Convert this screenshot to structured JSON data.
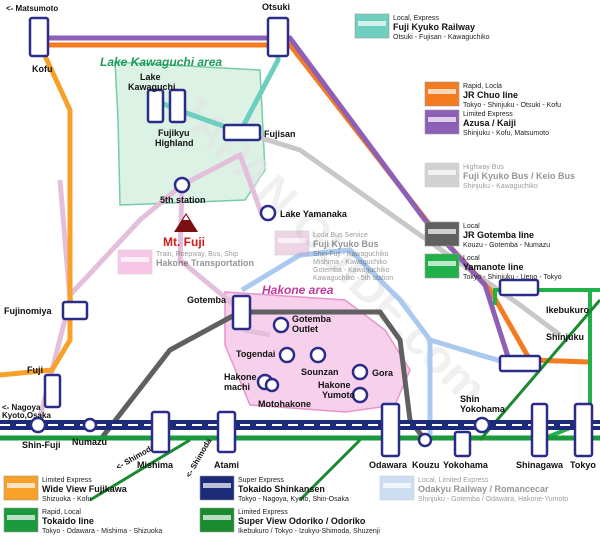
{
  "areas": {
    "kawaguchi": "Lake Kawaguchi area",
    "hakone": "Hakone area"
  },
  "landmark": {
    "mt_fuji": "Mt. Fuji"
  },
  "watermark": "JAPAN-GUIDE.com",
  "directions": {
    "matsumoto": "<- Matsumoto",
    "nagoya_kyoto_osaka": "<- Nagoya\nKyoto,Osaka",
    "shimoda_left": "<- Shimoda",
    "shimoda_right": "<- Shimoda"
  },
  "stations": {
    "otsuki": "Otsuki",
    "kofu": "Kofu",
    "kawaguchiko": "Lake\nKawaguchi",
    "fujikyu_highland": "Fujikyu\nHighland",
    "fujisan": "Fujisan",
    "fifth_station": "5th station",
    "lake_yamanaka": "Lake Yamanaka",
    "fujinomiya": "Fujinomiya",
    "gotemba": "Gotemba",
    "gotemba_outlet": "Gotemba\nOutlet",
    "togendai": "Togendai",
    "sounzan": "Sounzan",
    "gora": "Gora",
    "hakone_machi": "Hakone\nmachi",
    "motohakone": "Motohakone",
    "hakone_yumoto": "Hakone\nYumoto",
    "fuji": "Fuji",
    "shin_fuji": "Shin-Fuji",
    "numazu": "Numazu",
    "mishima": "Mishima",
    "atami": "Atami",
    "odawara": "Odawara",
    "kouzu": "Kouzu",
    "yokohama": "Yokohama",
    "shin_yokohama": "Shin\nYokohama",
    "shinagawa": "Shinagawa",
    "tokyo": "Tokyo",
    "ikebukuro": "Ikebukuro",
    "shinjuku": "Shinjuku"
  },
  "legend": [
    {
      "type": "Local, Express",
      "name": "Fuji Kyuko Railway",
      "route": "Otsuki - Fujisan - Kawaguchiko",
      "color": "#6ecfc0",
      "faded": false
    },
    {
      "type": "Rapid, Locla",
      "name": "JR Chuo line",
      "route": "Tokyo - Shinjuku - Otsuki - Kofu",
      "color": "#f47b20",
      "faded": false
    },
    {
      "type": "Limited Express",
      "name": "Azusa / Kaiji",
      "route": "Shinjuku - Kofu, Matsumoto",
      "color": "#8e5fb6",
      "faded": false
    },
    {
      "type": "Highway Bus",
      "name": "Fuji Kyuko Bus / Keio Bus",
      "route": "Shinjuku - Kawaguchiko",
      "color": "#9a9a9a",
      "faded": true
    },
    {
      "type": "Local",
      "name": "JR Gotemba line",
      "route": "Kouzu - Gotemba - Numazu",
      "color": "#606060",
      "faded": false
    },
    {
      "type": "Local",
      "name": "Yamanote line",
      "route": "Tokyo - Shinjuku - Ueno - Tokyo",
      "color": "#22b04b",
      "faded": false
    },
    {
      "type": "Loda Bus Service",
      "name": "Fuji Kyuko Bus",
      "route": "Shin-Fuji - Kawaguchiko\nMishima - Kawaguchiko\nGotemba - Kawaguchiko\nKawaguchiko - 5th station",
      "color": "#d9a4c9",
      "faded": true
    },
    {
      "type": "Train, Roepway, Bus, Ship",
      "name": "Hakone Transportation",
      "route": "",
      "color": "#ee82c8",
      "faded": true
    },
    {
      "type": "Limited Express",
      "name": "Wide View Fujikawa",
      "route": "Shizuoka - Kofu",
      "color": "#f7a128",
      "faded": false
    },
    {
      "type": "Rapid, Local",
      "name": "Tokaido line",
      "route": "Tokyo - Odawara - Mishima - Shizuoka",
      "color": "#1a9a3c",
      "faded": false
    },
    {
      "type": "Super Express",
      "name": "Tokaido Shinkansen",
      "route": "Tokyo - Nagoya, Kyoto, Shin-Osaka",
      "color": "#1c2a7a",
      "faded": false
    },
    {
      "type": "Limited Express",
      "name": "Super View Odoriko / Odoriko",
      "route": "Ikebukuro / Tokyo - Izukyu-Shimoda, Shuzenji",
      "color": "#1a8a2e",
      "faded": false
    },
    {
      "type": "Local, Limited Express",
      "name": "Odakyu Railway / Romancecar",
      "route": "Shinjuku - Gotemba / Odawara, Hakone-Yumoto",
      "color": "#8fb8e8",
      "faded": true
    }
  ],
  "colors": {
    "chuo": "#f47b20",
    "azusa": "#8e5fb6",
    "fujikyu": "#6ecfc0",
    "highway_bus": "#c8c8c8",
    "gotemba_line": "#606060",
    "yamanote": "#22b04b",
    "loda_bus": "#d9a4c9",
    "hakone": "#ee82c8",
    "fujikawa": "#f7a128",
    "tokaido": "#1a9a3c",
    "shinkansen": "#1c2a7a",
    "odoriko": "#1a8a2e",
    "odakyu": "#a9c9ef",
    "station_stroke": "#2b2b88",
    "kawaguchi_area": "#d6f0e0",
    "hakone_area": "#f7cdea"
  }
}
